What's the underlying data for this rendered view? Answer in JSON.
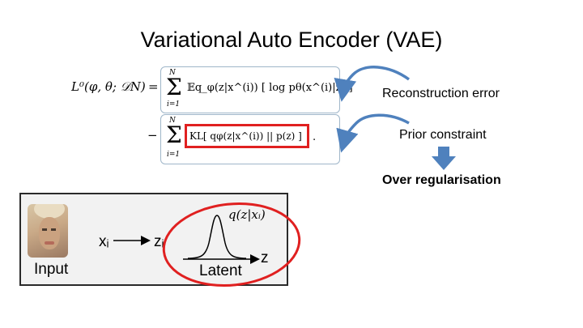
{
  "slide": {
    "title": "Variational Auto Encoder (VAE)"
  },
  "equation": {
    "lhs": "L⁰(φ, θ; 𝒟N)",
    "equals": "=",
    "minus": "−",
    "sum_upper": "N",
    "sum_lower": "i=1",
    "sigma": "Σ",
    "term1": "𝔼q_φ(z|x^(i)) [ log pθ(x^(i)|z) ]",
    "term2": "KL[ qφ(z|x^(i)) || p(z) ]",
    "term2_dot": "."
  },
  "annotations": {
    "reconstruction": "Reconstruction error",
    "prior": "Prior constraint",
    "over_regularisation": "Over regularisation"
  },
  "diagram": {
    "input_label": "Input",
    "x_label": "xᵢ",
    "z_label": "zᵢ",
    "latent_label": "Latent",
    "axis_label": "z",
    "distribution_label": "q(z|xᵢ)"
  },
  "colors": {
    "arrow": "#4f81bd",
    "highlight": "#e02020",
    "box_border": "#9fb6c9"
  }
}
